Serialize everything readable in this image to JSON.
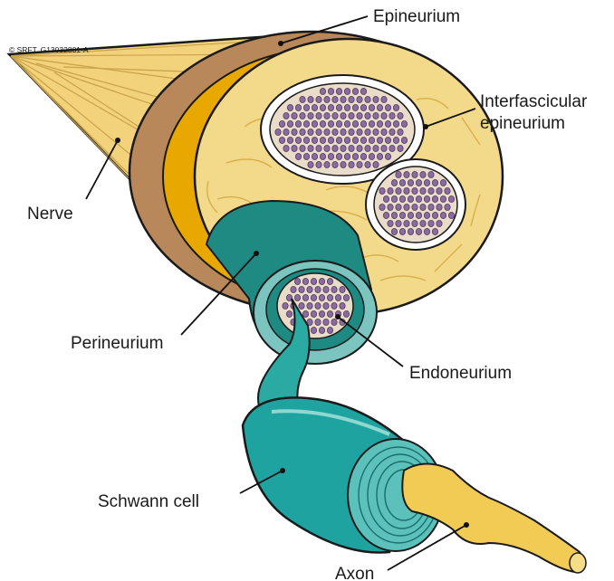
{
  "copyright": "© SRFT, G13032801-A",
  "labels": {
    "epineurium": "Epineurium",
    "interfascicular_1": "Interfascicular",
    "interfascicular_2": "epineurium",
    "nerve": "Nerve",
    "perineurium": "Perineurium",
    "endoneurium": "Endoneurium",
    "schwann_cell": "Schwann cell",
    "axon": "Axon"
  },
  "colors": {
    "nerve_body": "#f2d27a",
    "epineurium_band": "#b8875a",
    "gold_band": "#e8a800",
    "cross_section": "#f3d98a",
    "perineurium": "#1f8a82",
    "fascicle_fill": "#e9dcc8",
    "fiber_dots": "#8a6aa0",
    "schwann": "#1fa3a0",
    "axon": "#f2cb55"
  }
}
